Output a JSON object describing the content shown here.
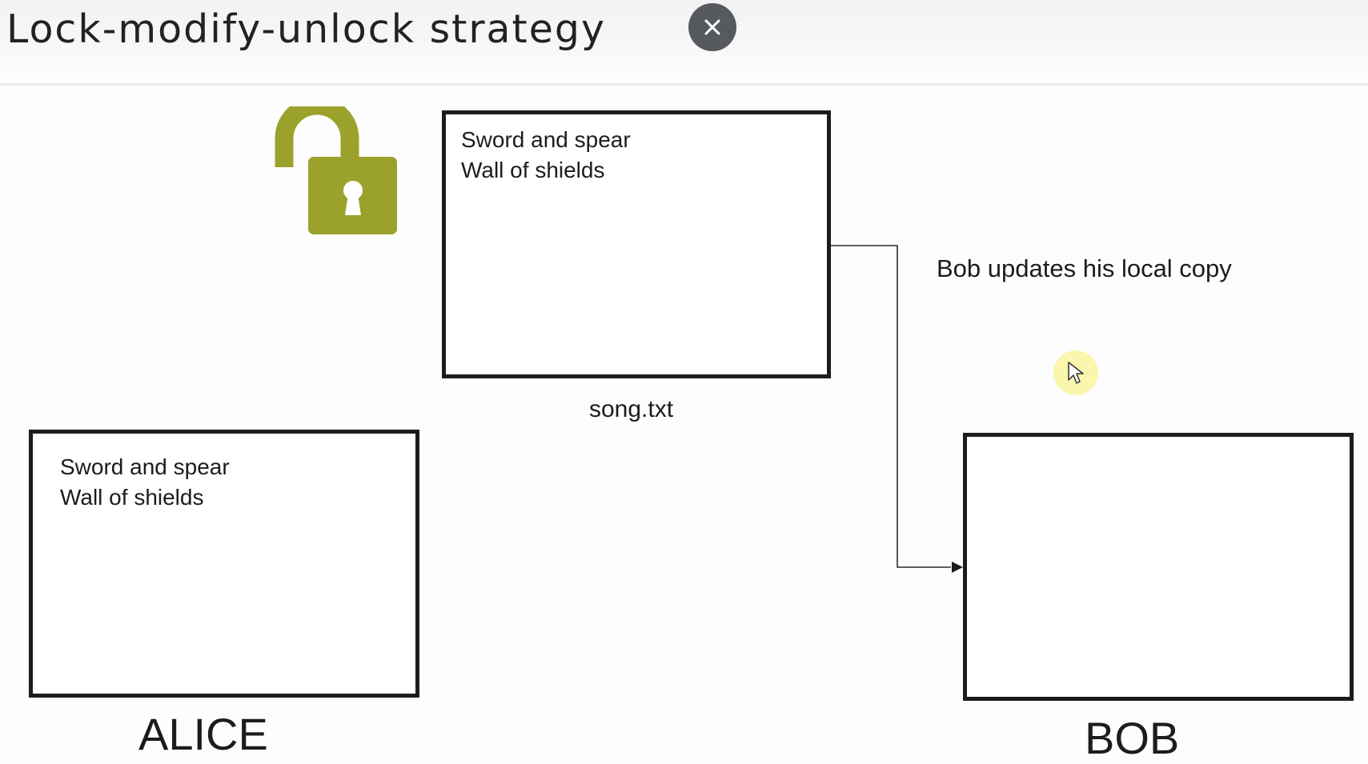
{
  "title": "Lock-modify-unlock strategy",
  "colors": {
    "lock": "#9aa22b",
    "box_border": "#1c1c1c",
    "close_button": "#565a5e",
    "cursor_highlight": "#faf5a0"
  },
  "icons": {
    "close": "close-icon",
    "lock": "unlocked-padlock-icon",
    "cursor": "mouse-pointer-icon"
  },
  "server": {
    "lines": [
      "Sword and spear",
      "Wall of shields"
    ],
    "filename": "song.txt"
  },
  "alice": {
    "lines": [
      "Sword and spear",
      "Wall of shields"
    ],
    "label": "ALICE"
  },
  "bob": {
    "lines": [],
    "label": "BOB"
  },
  "caption": "Bob updates his local copy"
}
